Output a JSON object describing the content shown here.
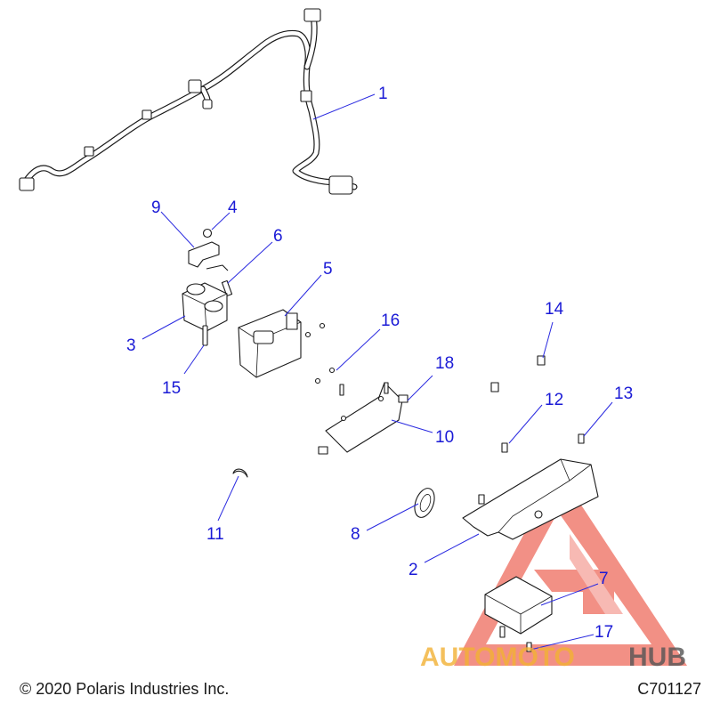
{
  "callouts": [
    {
      "id": "c1",
      "label": "1"
    },
    {
      "id": "c2",
      "label": "2"
    },
    {
      "id": "c3",
      "label": "3"
    },
    {
      "id": "c4",
      "label": "4"
    },
    {
      "id": "c5",
      "label": "5"
    },
    {
      "id": "c6",
      "label": "6"
    },
    {
      "id": "c7",
      "label": "7"
    },
    {
      "id": "c8",
      "label": "8"
    },
    {
      "id": "c9",
      "label": "9"
    },
    {
      "id": "c10",
      "label": "10"
    },
    {
      "id": "c11",
      "label": "11"
    },
    {
      "id": "c12",
      "label": "12"
    },
    {
      "id": "c13",
      "label": "13"
    },
    {
      "id": "c14",
      "label": "14"
    },
    {
      "id": "c15",
      "label": "15"
    },
    {
      "id": "c16",
      "label": "16"
    },
    {
      "id": "c17",
      "label": "17"
    },
    {
      "id": "c18",
      "label": "18"
    }
  ],
  "footer": {
    "copyright": "© 2020 Polaris Industries Inc.",
    "drawing_id": "C701127"
  },
  "watermark": {
    "part1": "AUTOMOTO",
    "part2": "HUB",
    "color_primary": "#e8372c",
    "color_secondary": "#f2b134",
    "color_dark": "#555555"
  },
  "colors": {
    "callout": "#1a1ad6",
    "line_art": "#1a1a1a"
  }
}
